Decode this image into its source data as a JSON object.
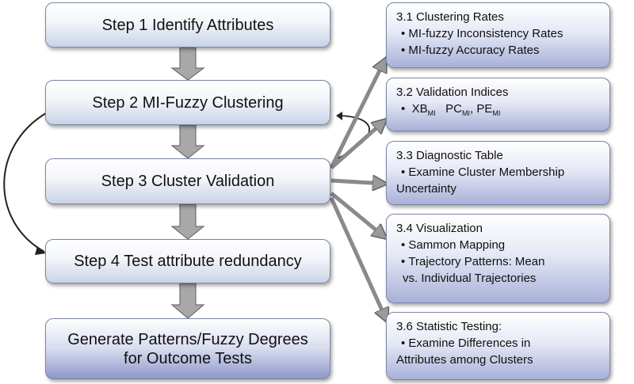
{
  "steps": [
    {
      "label": "Step 1 Identify Attributes"
    },
    {
      "label": "Step 2  MI-Fuzzy Clustering"
    },
    {
      "label": "Step 3  Cluster Validation"
    },
    {
      "label": "Step 4  Test attribute redundancy"
    }
  ],
  "final": {
    "line1": "Generate Patterns/Fuzzy Degrees",
    "line2": "for Outcome Tests"
  },
  "substeps": [
    {
      "title": "3.1   Clustering Rates",
      "bullets": [
        "MI-fuzzy Inconsistency Rates",
        "MI-fuzzy Accuracy Rates"
      ]
    },
    {
      "title": "3.2   Validation Indices",
      "indices": [
        {
          "base": "XB",
          "sub": "MI"
        },
        {
          "base": "PC",
          "sub": "MI"
        },
        {
          "base": "PE",
          "sub": "MI"
        }
      ]
    },
    {
      "title": "3.3 Diagnostic Table",
      "bullets": [
        "Examine Cluster Membership"
      ],
      "continuation": "Uncertainty"
    },
    {
      "title": "3.4   Visualization",
      "bullets": [
        "Sammon Mapping",
        "Trajectory Patterns: Mean"
      ],
      "continuation": "vs. Individual Trajectories"
    },
    {
      "title": "3.6  Statistic Testing:",
      "bullets": [
        "Examine Differences in"
      ],
      "continuation": "Attributes among Clusters"
    }
  ],
  "colors": {
    "border": "#7a86a3",
    "arrow_fill": "#a8a8a8",
    "arrow_stroke": "#6e6e6e",
    "loop_line": "#222222"
  }
}
